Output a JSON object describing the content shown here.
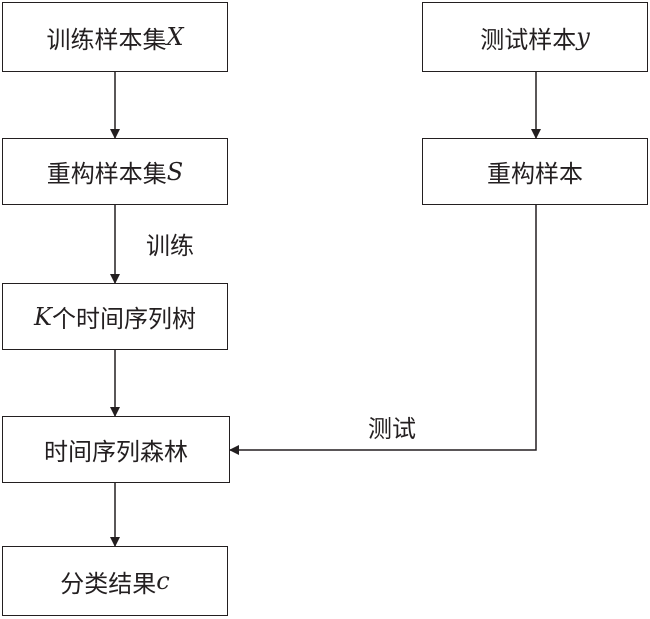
{
  "nodes": {
    "train_set": {
      "text": "训练样本集",
      "var": "X"
    },
    "test_sample": {
      "text": "测试样本",
      "var": "y"
    },
    "recon_set": {
      "text": "重构样本集",
      "var": "S"
    },
    "recon_sample": {
      "text": "重构样本",
      "var": ""
    },
    "k_trees": {
      "var": "K",
      "text": "个时间序列树"
    },
    "forest": {
      "text": "时间序列森林",
      "var": ""
    },
    "result": {
      "text": "分类结果",
      "var": "c"
    }
  },
  "edges": {
    "train_label": "训练",
    "test_label": "测试"
  }
}
